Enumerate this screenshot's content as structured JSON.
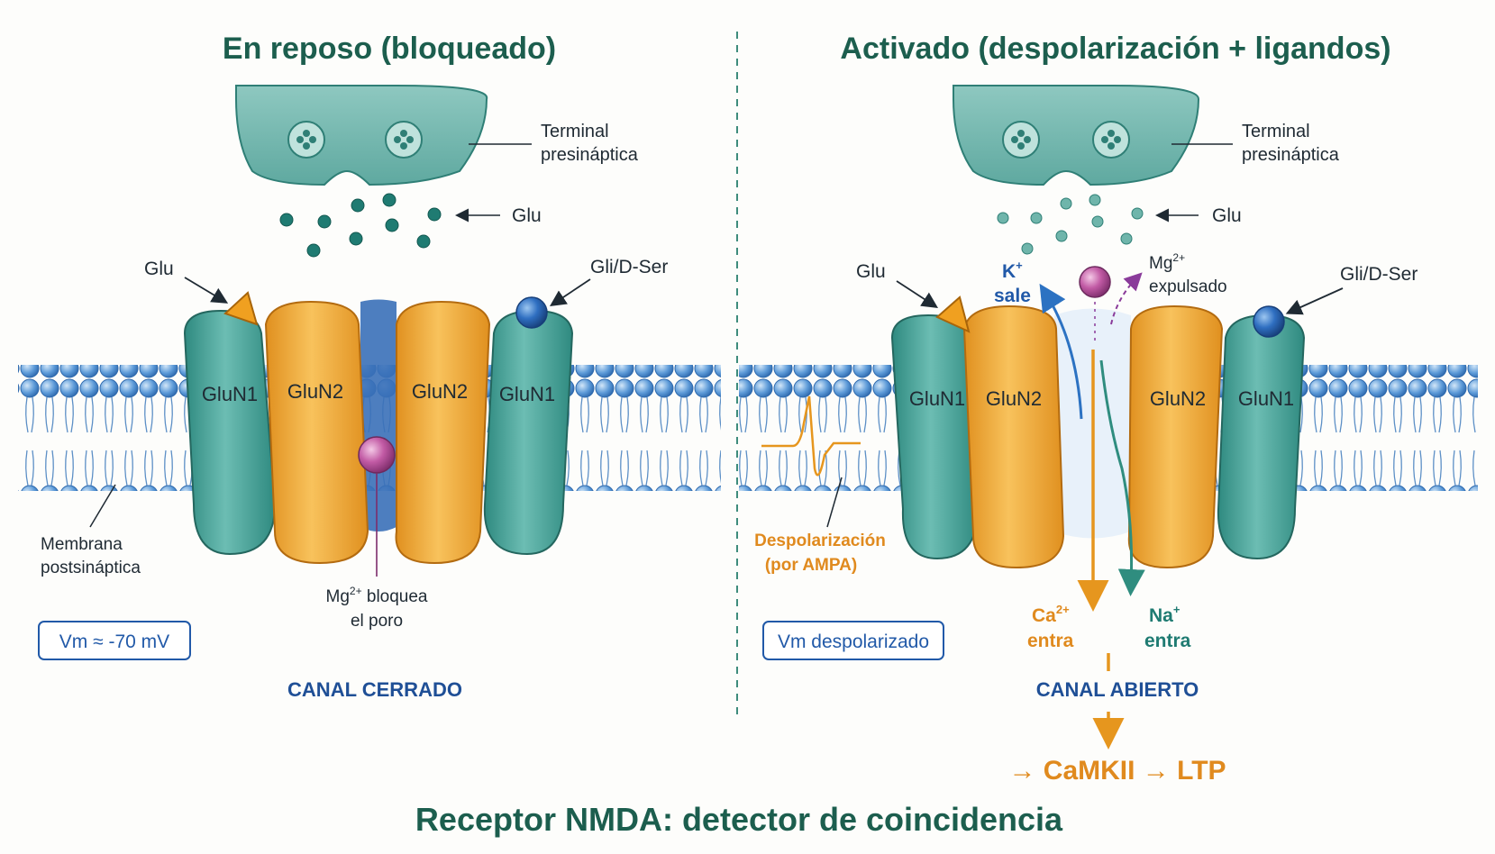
{
  "colors": {
    "title": "#1c5e4e",
    "glun1": "#4fa89f",
    "glun2": "#f0a93a",
    "membrane": "#4f8fd1",
    "mg": "#c25ba5",
    "ca_arrow": "#e6961e",
    "na_arrow": "#2f8d7f",
    "k_arrow": "#2c72c2",
    "channel_label": "#1f4f96"
  },
  "left": {
    "title": "En reposo (bloqueado)",
    "terminal_label_1": "Terminal",
    "terminal_label_2": "presináptica",
    "glu_free_label": "Glu",
    "glu_site_label": "Glu",
    "gly_label": "Gli/D-Ser",
    "subunits": [
      "GluN1",
      "GluN2",
      "GluN2",
      "GluN1"
    ],
    "membrane_label_1": "Membrana",
    "membrane_label_2": "postsináptica",
    "mg_label_1": "Mg",
    "mg_label_sup": "2+",
    "mg_label_2": "bloquea",
    "mg_label_3": "el poro",
    "vm_box": "Vm ≈ -70 mV",
    "channel_state": "CANAL CERRADO"
  },
  "right": {
    "title": "Activado (despolarización + ligandos)",
    "terminal_label_1": "Terminal",
    "terminal_label_2": "presináptica",
    "glu_free_label": "Glu",
    "glu_site_label": "Glu",
    "gly_label": "Gli/D-Ser",
    "subunits": [
      "GluN1",
      "GluN2",
      "GluN2",
      "GluN1"
    ],
    "k_label": "K",
    "k_sup": "+",
    "k_label_2": "sale",
    "mg_label": "Mg",
    "mg_sup": "2+",
    "mg_label_2": "expulsado",
    "depol_label_1": "Despolarización",
    "depol_label_2": "(por AMPA)",
    "ca_label": "Ca",
    "ca_sup": "2+",
    "ca_label_2": "entra",
    "na_label": "Na",
    "na_sup": "+",
    "na_label_2": "entra",
    "vm_box": "Vm despolarizado",
    "channel_state": "CANAL ABIERTO",
    "cascade": "→ CaMKII → LTP"
  },
  "footer": {
    "title": "Receptor NMDA: detector de coincidencia"
  }
}
